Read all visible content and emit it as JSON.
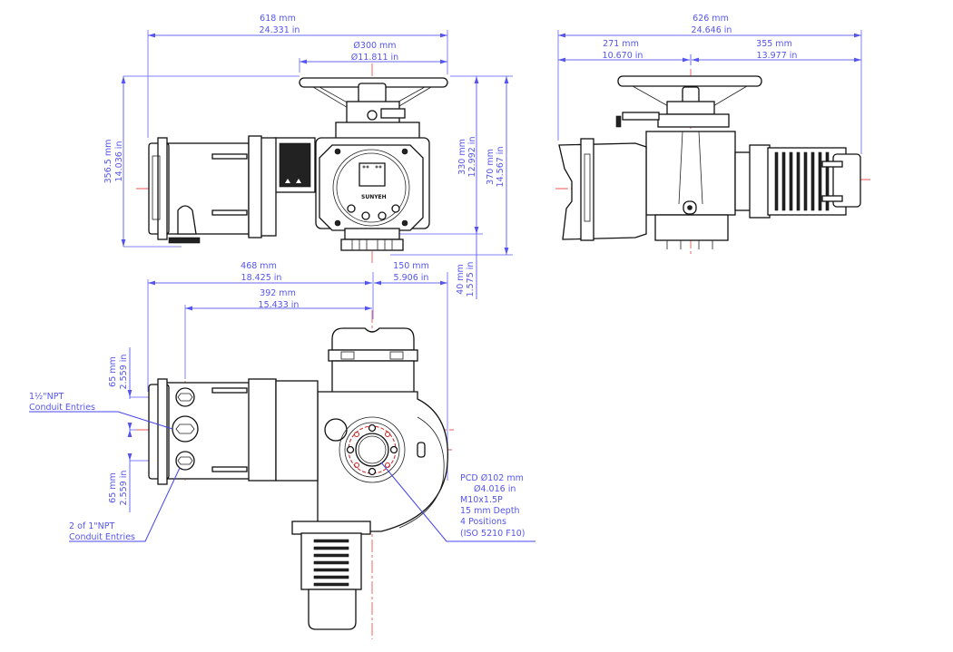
{
  "drawing": {
    "views": {
      "front": {
        "overall_width": {
          "mm": "618 mm",
          "in": "24.331 in"
        },
        "handwheel_diameter": {
          "mm": "Ø300 mm",
          "in": "Ø11.811 in"
        },
        "height_left": {
          "mm": "356.5 mm",
          "in": "14.036 in"
        },
        "height_to_base": {
          "mm": "330 mm",
          "in": "12.992 in"
        },
        "overall_height": {
          "mm": "370 mm",
          "in": "14.567 in"
        },
        "base_offset": {
          "mm": "40 mm",
          "in": "1.575 in"
        },
        "display_brand": "SUNYEH"
      },
      "side": {
        "overall_width": {
          "mm": "626 mm",
          "in": "24.646 in"
        },
        "left_to_axis": {
          "mm": "271 mm",
          "in": "10.670 in"
        },
        "axis_to_right": {
          "mm": "355 mm",
          "in": "13.977 in"
        }
      },
      "top": {
        "left_to_axis": {
          "mm": "468 mm",
          "in": "18.425 in"
        },
        "axis_to_right": {
          "mm": "150 mm",
          "in": "5.906 in"
        },
        "conduit_to_axis": {
          "mm": "392 mm",
          "in": "15.433 in"
        },
        "conduit_spacing_top": {
          "mm": "65 mm",
          "in": "2.559 in"
        },
        "conduit_spacing_bottom": {
          "mm": "65 mm",
          "in": "2.559 in"
        },
        "note_main_conduit": {
          "line1": "1½\"NPT",
          "line2": "Conduit Entries"
        },
        "note_aux_conduit": {
          "line1": "2 of 1\"NPT",
          "line2": "Conduit Entries"
        },
        "note_flange": {
          "line1": "PCD Ø102 mm",
          "line2": "Ø4.016 in",
          "line3": "M10x1.5P",
          "line4": "15 mm Depth",
          "line5": "4 Positions",
          "line6": "(ISO 5210 F10)"
        }
      }
    },
    "colors": {
      "dimension": "#5555ee",
      "centerline": "#ee5555",
      "outline": "#111111"
    }
  }
}
